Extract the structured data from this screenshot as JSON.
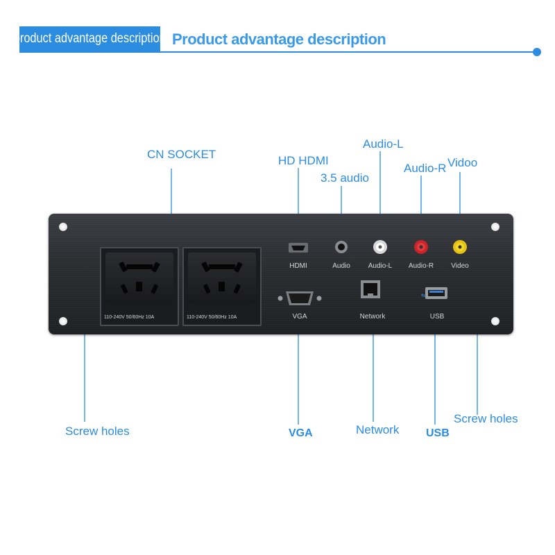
{
  "header": {
    "badge": "product advantage description",
    "title": "Product advantage description"
  },
  "callouts": {
    "cn_socket": "CN SOCKET",
    "hd_hdmi": "HD HDMI",
    "audio_35": "3.5 audio",
    "audio_l": "Audio-L",
    "audio_r": "Audio-R",
    "video": "Vidoo",
    "screw_left": "Screw holes",
    "screw_right": "Screw holes",
    "vga": "VGA",
    "network": "Network",
    "usb": "USB"
  },
  "panel": {
    "socket_rating_1": "110-240V 50/60Hz 10A",
    "socket_rating_2": "110-240V 50/60Hz 10A",
    "port_hdmi": "HDMI",
    "port_audio": "Audio",
    "port_audio_l": "Audio-L",
    "port_audio_r": "Audio-R",
    "port_video": "Video",
    "port_vga": "VGA",
    "port_network": "Network",
    "port_usb": "USB"
  },
  "colors": {
    "accent": "#2b8ce0",
    "panel": "#2a2c30"
  }
}
